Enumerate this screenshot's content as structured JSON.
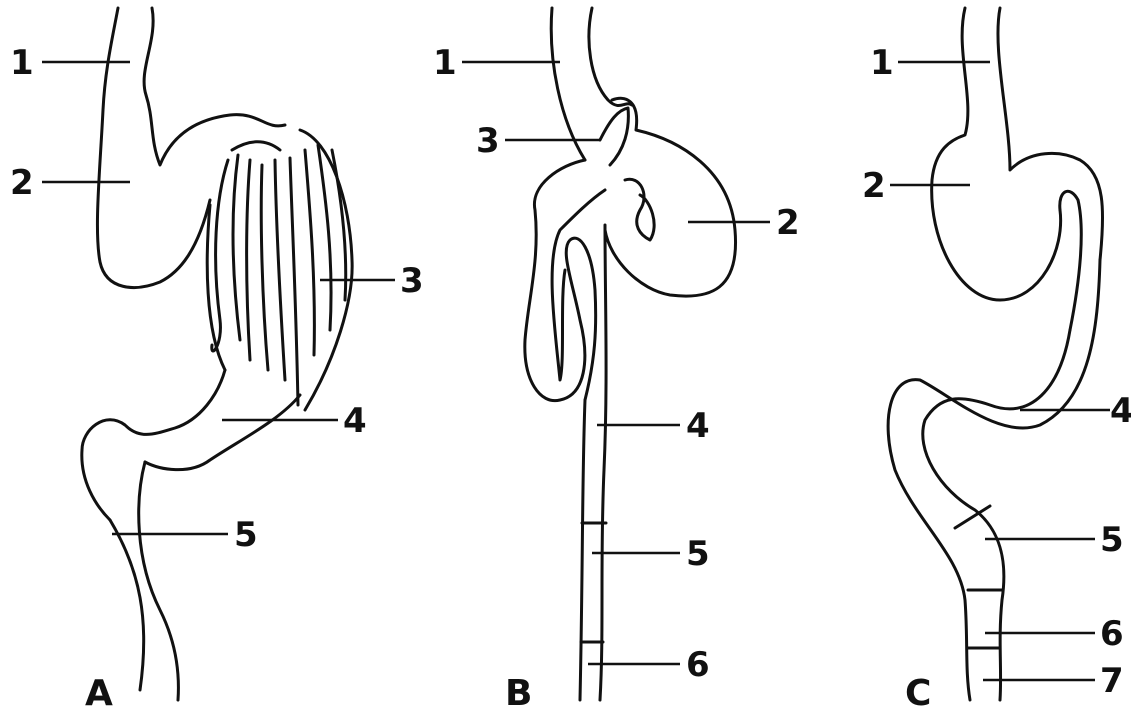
{
  "panels": [
    {
      "id": "A",
      "labels": [
        "1",
        "2",
        "3",
        "4",
        "5"
      ]
    },
    {
      "id": "B",
      "labels": [
        "1",
        "3",
        "2",
        "4",
        "5",
        "6"
      ]
    },
    {
      "id": "C",
      "labels": [
        "1",
        "2",
        "4",
        "5",
        "6",
        "7"
      ]
    }
  ]
}
